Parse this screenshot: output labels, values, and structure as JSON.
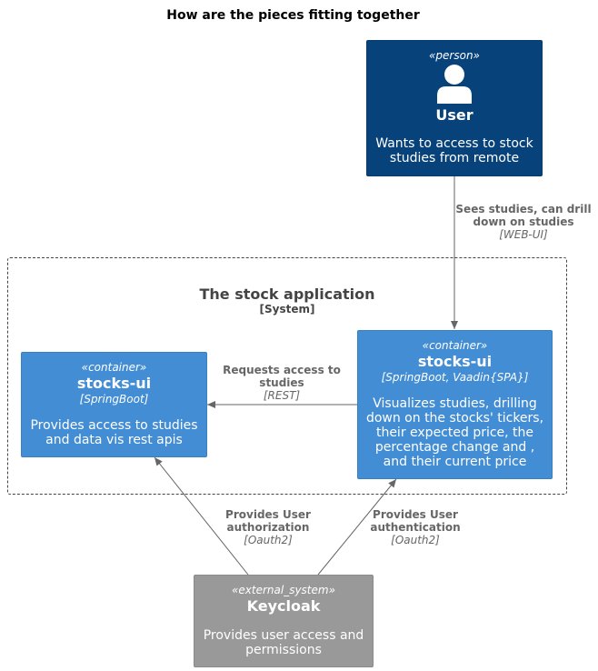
{
  "title": "How are the pieces fitting together",
  "colors": {
    "person": "#08427b",
    "container": "#438dd5",
    "external_system": "#999999",
    "edge": "#666666",
    "boundary": "#444444"
  },
  "nodes": {
    "user": {
      "stereotype": "«person»",
      "name": "User",
      "description_lines": [
        "Wants to access to stock",
        "studies from remote"
      ],
      "icon": "person-icon"
    },
    "stocks_ui_spa": {
      "stereotype": "«container»",
      "name": "stocks-ui",
      "technology": "[SpringBoot, Vaadin{SPA}]",
      "description_lines": [
        "Visualizes studies, drilling",
        "down on the stocks' tickers,",
        "their expected price, the",
        "percentage change and ,",
        "and their current price"
      ]
    },
    "stocks_ui_api": {
      "stereotype": "«container»",
      "name": "stocks-ui",
      "technology": "[SpringBoot]",
      "description_lines": [
        "Provides access to studies",
        "and data vis rest apis"
      ]
    },
    "keycloak": {
      "stereotype": "«external_system»",
      "name": "Keycloak",
      "description_lines": [
        "Provides user access and",
        "permissions"
      ]
    }
  },
  "boundary": {
    "title": "The stock application",
    "type": "[System]"
  },
  "edges": {
    "user_to_spa": {
      "label_lines": [
        "Sees studies, can drill",
        "down on studies"
      ],
      "technology": "[WEB-UI]"
    },
    "spa_to_api": {
      "label_lines": [
        "Requests access to",
        "studies"
      ],
      "technology": "[REST]"
    },
    "keycloak_to_api": {
      "label_lines": [
        "Provides User",
        "authorization"
      ],
      "technology": "[Oauth2]"
    },
    "keycloak_to_spa": {
      "label_lines": [
        "Provides User",
        "authentication"
      ],
      "technology": "[Oauth2]"
    }
  }
}
